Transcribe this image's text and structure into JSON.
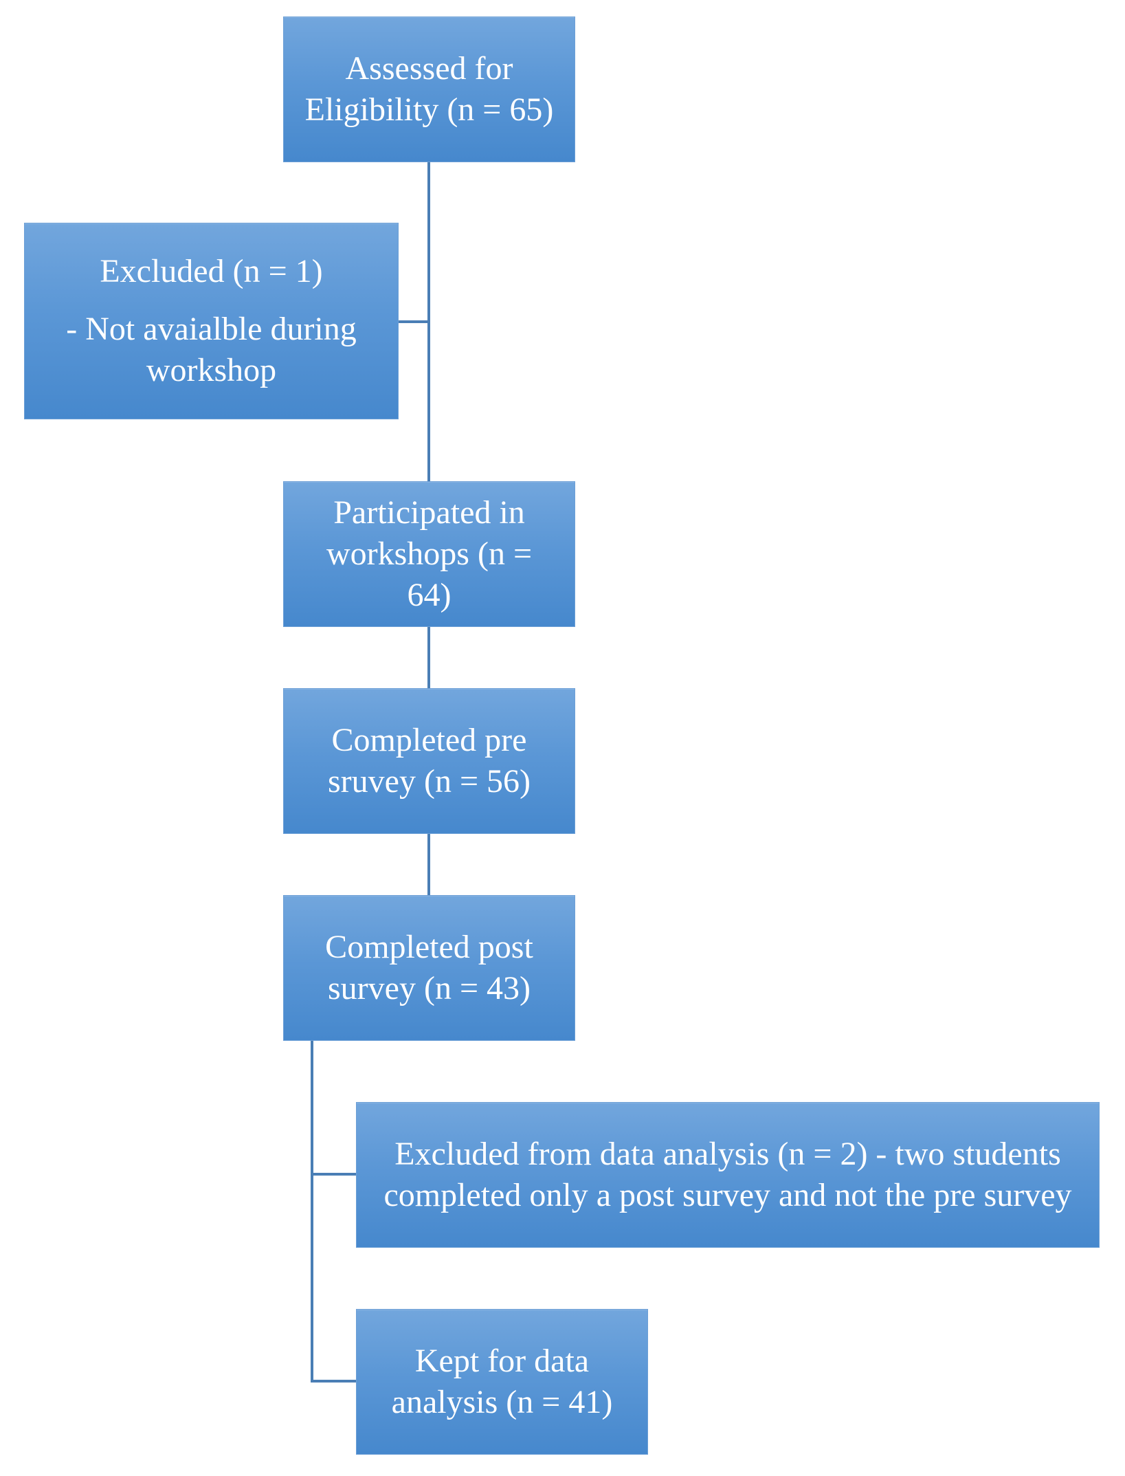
{
  "flow": {
    "assessed": {
      "text": "Assessed for Eligibility (n = 65)"
    },
    "excluded": {
      "title": "Excluded (n = 1)",
      "reason": "- Not avaialble during workshop"
    },
    "participated": {
      "text": "Participated in workshops (n = 64)"
    },
    "pre_survey": {
      "text": "Completed pre sruvey (n = 56)"
    },
    "post_survey": {
      "text": "Completed post survey (n = 43)"
    },
    "excluded_analysis": {
      "text": "Excluded from data analysis (n = 2) - two students completed only a post survey and not the pre survey"
    },
    "kept": {
      "text": "Kept for data analysis (n = 41)"
    }
  },
  "colors": {
    "box_top": "#72a6dd",
    "box_bottom": "#4688cd",
    "connector": "#4a7eb5",
    "text": "#ffffff"
  }
}
